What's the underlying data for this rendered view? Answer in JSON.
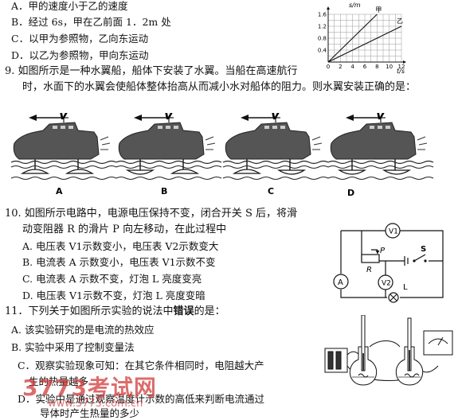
{
  "q8_options": {
    "a": "A．甲的速度小于乙的速度",
    "b": "B．经过 6s，甲在乙前面 1．2m 处",
    "c": "C．以甲为参照物，乙向东运动",
    "d": "D．以乙为参照物，甲向东运动"
  },
  "q9": {
    "line1": "9. 如图所示是一种水翼船，船体下安装了水翼。当船在高速航行",
    "line2": "时，水面下的水翼会使船体整体抬高从而减小水对船体的阻力。则水翼安装正确的是：",
    "velocity_symbol": "v",
    "boat_labels": [
      "A",
      "B",
      "C",
      "D"
    ]
  },
  "q10": {
    "line1": "10. 如图所示电路中，电源电压保持不变，闭合开关 S 后，将滑",
    "line2": "动变阻器 R 的滑片 P 向左移动，在此过程中",
    "options": [
      "A. 电压表 V1示数变小，电压表 V2示数变大",
      "B. 电流表 A 示数变小，电压表 V1示数不变",
      "C. 电流表 A  示数不变，灯泡 L 亮度变亮",
      "D. 电压表 V1示数不变，灯泡 L 亮度变暗"
    ],
    "circuit": {
      "v1": "V1",
      "v2": "V2",
      "ammeter": "A",
      "switch": "S",
      "rheostat": "R",
      "slider": "P",
      "lamp": "L"
    }
  },
  "q11": {
    "line_pre": "11．下列关于如图所示实验的说法中",
    "line_bold": "错误",
    "line_post": "的是：",
    "options": {
      "a": "A. 该实验研究的是电流的热效应",
      "b": "B. 实验中采用了控制变量法",
      "c1": "C．观察实验现象可知：在其它条件相同时，电阻越大产",
      "c2": "生的热量越多",
      "d1": "D．实验中是通过观察温度计示数的高低来判断电流通过",
      "d2": "导体时产生热量的多少"
    }
  },
  "chart_data": {
    "type": "line",
    "ylabel": "s/m",
    "xlabel": "t/s",
    "x_ticks": [
      "0",
      "2",
      "4",
      "6",
      "8",
      "10",
      "12"
    ],
    "y_ticks": [
      "0.4",
      "0.8",
      "1.2",
      "1.6"
    ],
    "xlim": [
      0,
      12
    ],
    "ylim": [
      0,
      1.6
    ],
    "grid": true,
    "series": [
      {
        "name": "甲",
        "x": [
          0,
          8
        ],
        "y": [
          0,
          1.6
        ]
      },
      {
        "name": "乙",
        "x": [
          0,
          12
        ],
        "y": [
          0,
          1.2
        ]
      }
    ]
  },
  "watermark": {
    "brand": "3773考试网",
    "url": "www.3773.com.cn"
  },
  "colors": {
    "text": "#111111",
    "grid": "#999999",
    "hull": "#555555",
    "water": "#222222",
    "watermark": "#d13b3b"
  }
}
